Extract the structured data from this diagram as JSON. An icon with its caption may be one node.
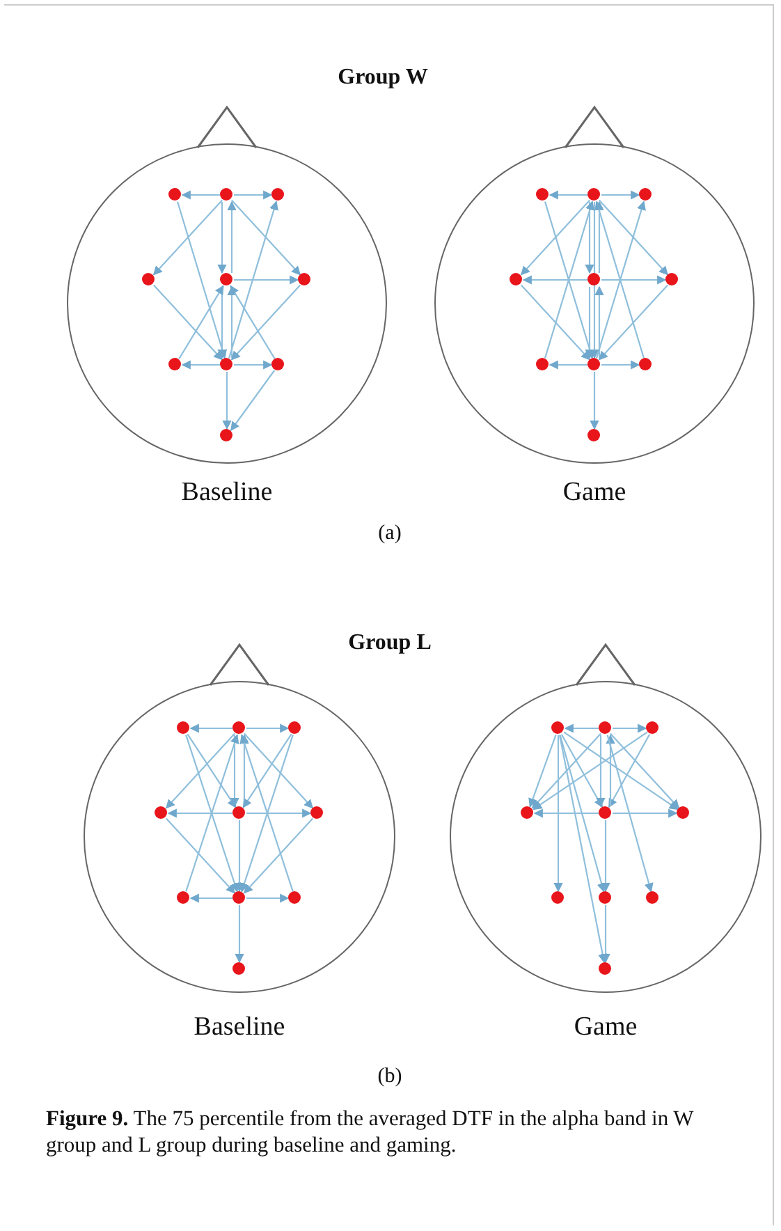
{
  "diagram": {
    "caption": "**Figure 9.** The 75 percentile from the averaged DTF in the alpha band in W group and L group during baseline and gaming.",
    "nodes": [
      {
        "text": [],
        "shape": "circle",
        "beside": [
          "Baseline"
        ]
      },
      {
        "text": [],
        "shape": "circle",
        "in": 0
      },
      {
        "text": [],
        "shape": "circle",
        "in": 0
      },
      {
        "text": [],
        "shape": "circle",
        "in": 0
      },
      {
        "text": [],
        "shape": "circle",
        "in": 0
      },
      {
        "text": [],
        "shape": "circle",
        "in": 0
      },
      {
        "text": [],
        "shape": "circle",
        "in": 0
      },
      {
        "text": [],
        "shape": "circle",
        "in": 0
      },
      {
        "text": [],
        "shape": "circle",
        "in": 0
      },
      {
        "text": [],
        "shape": "circle",
        "in": 0
      },
      {
        "text": [],
        "shape": "circle",
        "in": 0
      },
      {
        "text": [],
        "shape": "circle",
        "beside": [
          "Game"
        ]
      },
      {
        "text": [],
        "shape": "circle",
        "in": 11
      },
      {
        "text": [],
        "shape": "circle",
        "in": 11
      },
      {
        "text": [],
        "shape": "circle",
        "in": 11
      },
      {
        "text": [],
        "shape": "circle",
        "in": 11
      },
      {
        "text": [],
        "shape": "circle",
        "in": 11
      },
      {
        "text": [],
        "shape": "circle",
        "in": 11
      },
      {
        "text": [],
        "shape": "circle",
        "in": 11
      },
      {
        "text": [],
        "shape": "circle",
        "in": 11
      },
      {
        "text": [],
        "shape": "circle",
        "in": 11
      },
      {
        "text": [],
        "shape": "circle",
        "in": 11
      },
      {
        "text": [],
        "shape": "circle",
        "beside": [
          "Baseline"
        ]
      },
      {
        "text": [],
        "shape": "circle",
        "in": 22
      },
      {
        "text": [],
        "shape": "circle",
        "in": 22
      },
      {
        "text": [],
        "shape": "circle",
        "in": 22
      },
      {
        "text": [],
        "shape": "circle",
        "in": 22
      },
      {
        "text": [],
        "shape": "circle",
        "in": 22
      },
      {
        "text": [],
        "shape": "circle",
        "in": 22
      },
      {
        "text": [],
        "shape": "circle",
        "in": 22
      },
      {
        "text": [],
        "shape": "circle",
        "in": 22
      },
      {
        "text": [],
        "shape": "circle",
        "in": 22
      },
      {
        "text": [],
        "shape": "circle",
        "in": 22
      },
      {
        "text": [],
        "shape": "circle",
        "beside": [
          "Game"
        ]
      },
      {
        "text": [],
        "shape": "circle",
        "in": 33
      },
      {
        "text": [],
        "shape": "circle",
        "in": 33
      },
      {
        "text": [],
        "shape": "circle",
        "in": 33
      },
      {
        "text": [],
        "shape": "circle",
        "in": 33
      },
      {
        "text": [],
        "shape": "circle",
        "in": 33
      },
      {
        "text": [],
        "shape": "circle",
        "in": 33
      },
      {
        "text": [],
        "shape": "circle",
        "in": 33
      },
      {
        "text": [],
        "shape": "circle",
        "in": 33
      },
      {
        "text": [],
        "shape": "circle",
        "in": 33
      },
      {
        "text": [],
        "shape": "circle",
        "in": 33
      }
    ],
    "edges": [
      {
        "from": 2,
        "to": 1,
        "arrow": "to"
      },
      {
        "from": 2,
        "to": 3,
        "arrow": "to"
      },
      {
        "from": 2,
        "to": 5,
        "arrow": "to"
      },
      {
        "from": 5,
        "to": 2,
        "arrow": "to"
      },
      {
        "from": 2,
        "to": 4,
        "arrow": "to"
      },
      {
        "from": 2,
        "to": 6,
        "arrow": "to"
      },
      {
        "from": 8,
        "to": 3,
        "arrow": "to"
      },
      {
        "from": 1,
        "to": 8,
        "arrow": "to"
      },
      {
        "from": 5,
        "to": 6,
        "arrow": "to"
      },
      {
        "from": 5,
        "to": 8,
        "arrow": "to"
      },
      {
        "from": 8,
        "to": 5,
        "arrow": "to"
      },
      {
        "from": 4,
        "to": 8,
        "arrow": "to"
      },
      {
        "from": 6,
        "to": 8,
        "arrow": "to"
      },
      {
        "from": 7,
        "to": 5,
        "arrow": "to"
      },
      {
        "from": 9,
        "to": 5,
        "arrow": "to"
      },
      {
        "from": 8,
        "to": 7,
        "arrow": "to"
      },
      {
        "from": 8,
        "to": 9,
        "arrow": "to"
      },
      {
        "from": 8,
        "to": 10,
        "arrow": "to"
      },
      {
        "from": 9,
        "to": 10,
        "arrow": "to"
      },
      {
        "from": 13,
        "to": 12,
        "arrow": "to"
      },
      {
        "from": 13,
        "to": 14,
        "arrow": "to"
      },
      {
        "from": 13,
        "to": 16,
        "arrow": "to"
      },
      {
        "from": 16,
        "to": 13,
        "arrow": "to"
      },
      {
        "from": 13,
        "to": 15,
        "arrow": "to"
      },
      {
        "from": 13,
        "to": 17,
        "arrow": "to"
      },
      {
        "from": 19,
        "to": 14,
        "arrow": "to"
      },
      {
        "from": 12,
        "to": 19,
        "arrow": "to"
      },
      {
        "from": 13,
        "to": 19,
        "arrow": "to"
      },
      {
        "from": 16,
        "to": 17,
        "arrow": "to"
      },
      {
        "from": 16,
        "to": 15,
        "arrow": "to"
      },
      {
        "from": 16,
        "to": 19,
        "arrow": "to"
      },
      {
        "from": 19,
        "to": 16,
        "arrow": "to"
      },
      {
        "from": 15,
        "to": 19,
        "arrow": "to"
      },
      {
        "from": 17,
        "to": 19,
        "arrow": "to"
      },
      {
        "from": 18,
        "to": 13,
        "arrow": "to"
      },
      {
        "from": 20,
        "to": 13,
        "arrow": "to"
      },
      {
        "from": 19,
        "to": 18,
        "arrow": "to"
      },
      {
        "from": 19,
        "to": 20,
        "arrow": "to"
      },
      {
        "from": 19,
        "to": 21,
        "arrow": "to"
      },
      {
        "from": 24,
        "to": 23,
        "arrow": "to"
      },
      {
        "from": 24,
        "to": 25,
        "arrow": "to"
      },
      {
        "from": 24,
        "to": 27,
        "arrow": "to"
      },
      {
        "from": 27,
        "to": 24,
        "arrow": "to"
      },
      {
        "from": 24,
        "to": 26,
        "arrow": "to"
      },
      {
        "from": 24,
        "to": 28,
        "arrow": "to"
      },
      {
        "from": 23,
        "to": 27,
        "arrow": "to"
      },
      {
        "from": 25,
        "to": 27,
        "arrow": "to"
      },
      {
        "from": 23,
        "to": 30,
        "arrow": "to"
      },
      {
        "from": 25,
        "to": 30,
        "arrow": "to"
      },
      {
        "from": 27,
        "to": 26,
        "arrow": "to"
      },
      {
        "from": 27,
        "to": 28,
        "arrow": "to"
      },
      {
        "from": 27,
        "to": 30,
        "arrow": "to"
      },
      {
        "from": 26,
        "to": 30,
        "arrow": "to"
      },
      {
        "from": 28,
        "to": 30,
        "arrow": "to"
      },
      {
        "from": 29,
        "to": 24,
        "arrow": "to"
      },
      {
        "from": 31,
        "to": 24,
        "arrow": "to"
      },
      {
        "from": 30,
        "to": 29,
        "arrow": "to"
      },
      {
        "from": 30,
        "to": 31,
        "arrow": "to"
      },
      {
        "from": 30,
        "to": 32,
        "arrow": "to"
      },
      {
        "from": 35,
        "to": 34,
        "arrow": "to"
      },
      {
        "from": 35,
        "to": 36,
        "arrow": "to"
      },
      {
        "from": 34,
        "to": 37,
        "arrow": "to"
      },
      {
        "from": 34,
        "to": 38,
        "arrow": "to"
      },
      {
        "from": 34,
        "to": 39,
        "arrow": "to"
      },
      {
        "from": 34,
        "to": 40,
        "arrow": "to"
      },
      {
        "from": 34,
        "to": 43,
        "arrow": "to"
      },
      {
        "from": 34,
        "to": 41,
        "arrow": "to"
      },
      {
        "from": 35,
        "to": 37,
        "arrow": "to"
      },
      {
        "from": 35,
        "to": 38,
        "arrow": "to"
      },
      {
        "from": 36,
        "to": 38,
        "arrow": "to"
      },
      {
        "from": 38,
        "to": 35,
        "arrow": "to"
      },
      {
        "from": 35,
        "to": 39,
        "arrow": "to"
      },
      {
        "from": 38,
        "to": 37,
        "arrow": "to"
      },
      {
        "from": 38,
        "to": 39,
        "arrow": "to"
      },
      {
        "from": 38,
        "to": 41,
        "arrow": "to"
      },
      {
        "from": 35,
        "to": 42,
        "arrow": "to"
      },
      {
        "from": 36,
        "to": 37,
        "arrow": "to"
      },
      {
        "from": 41,
        "to": 43,
        "arrow": "to"
      }
    ],
    "labels": [
      "Group W",
      "(a)",
      "Group L",
      "(b)"
    ]
  }
}
